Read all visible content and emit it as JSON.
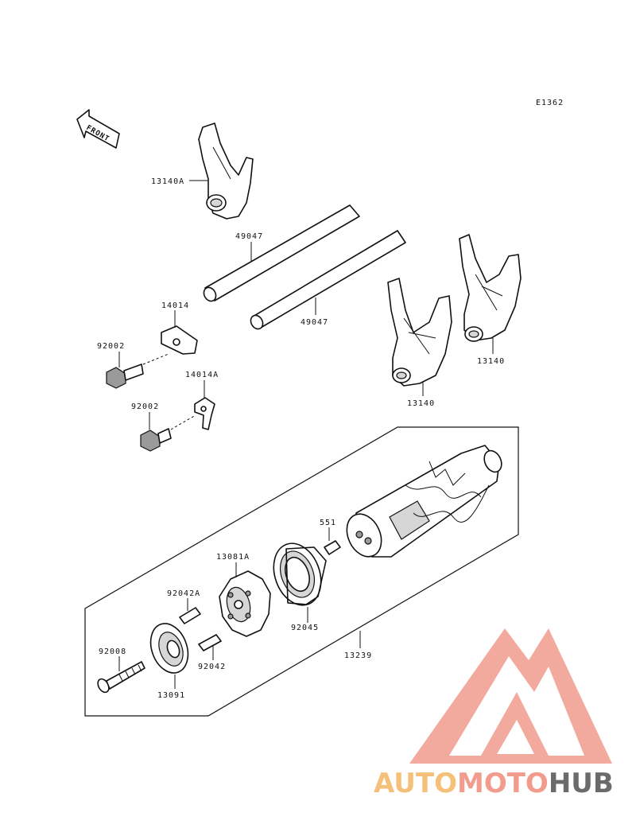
{
  "diagram_code": "E1362",
  "front_label": "FRONT",
  "parts": {
    "fork_a": "13140A",
    "rod_1": "49047",
    "rod_2": "49047",
    "fork_b": "13140",
    "fork_c": "13140",
    "plate_a": "14014",
    "plate_b": "14014A",
    "bolt_a": "92002",
    "bolt_b": "92002",
    "pin_551": "551",
    "star": "13081A",
    "pin_a": "92042A",
    "bearing": "92045",
    "drum": "13239",
    "pin_b": "92042",
    "screw": "92008",
    "holder": "13091"
  },
  "watermark": {
    "part1": "AUTO",
    "part2": "MOTO",
    "part3": "HUB",
    "color1": "#f5c07a",
    "color2": "#f29c8e",
    "color3": "#6b6b6b",
    "logo_color": "#f29c8e"
  }
}
